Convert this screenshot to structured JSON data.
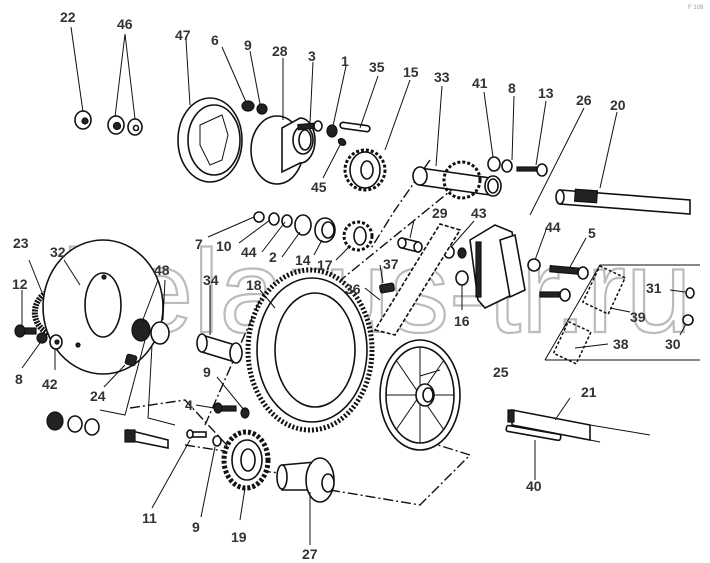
{
  "diagram": {
    "title": "Exploded parts diagram: chain drive assembly",
    "watermark": "belarus-tr.ru",
    "corner_mark": "F 109",
    "callouts": [
      {
        "id": "c22",
        "label": "22"
      },
      {
        "id": "c46",
        "label": "46"
      },
      {
        "id": "c47",
        "label": "47"
      },
      {
        "id": "c6",
        "label": "6"
      },
      {
        "id": "c9a",
        "label": "9"
      },
      {
        "id": "c28",
        "label": "28"
      },
      {
        "id": "c3",
        "label": "3"
      },
      {
        "id": "c1",
        "label": "1"
      },
      {
        "id": "c35",
        "label": "35"
      },
      {
        "id": "c15",
        "label": "15"
      },
      {
        "id": "c33",
        "label": "33"
      },
      {
        "id": "c41",
        "label": "41"
      },
      {
        "id": "c8a",
        "label": "8"
      },
      {
        "id": "c13",
        "label": "13"
      },
      {
        "id": "c26",
        "label": "26"
      },
      {
        "id": "c20",
        "label": "20"
      },
      {
        "id": "c45",
        "label": "45"
      },
      {
        "id": "c7",
        "label": "7"
      },
      {
        "id": "c10",
        "label": "10"
      },
      {
        "id": "c44a",
        "label": "44"
      },
      {
        "id": "c2",
        "label": "2"
      },
      {
        "id": "c14",
        "label": "14"
      },
      {
        "id": "c17",
        "label": "17"
      },
      {
        "id": "c29",
        "label": "29"
      },
      {
        "id": "c43",
        "label": "43"
      },
      {
        "id": "c44b",
        "label": "44"
      },
      {
        "id": "c5",
        "label": "5"
      },
      {
        "id": "c23",
        "label": "23"
      },
      {
        "id": "c32",
        "label": "32"
      },
      {
        "id": "c48",
        "label": "48"
      },
      {
        "id": "c34",
        "label": "34"
      },
      {
        "id": "c18",
        "label": "18"
      },
      {
        "id": "c37",
        "label": "37"
      },
      {
        "id": "c36",
        "label": "36"
      },
      {
        "id": "c12",
        "label": "12"
      },
      {
        "id": "c16",
        "label": "16"
      },
      {
        "id": "c31",
        "label": "31"
      },
      {
        "id": "c39",
        "label": "39"
      },
      {
        "id": "c30",
        "label": "30"
      },
      {
        "id": "c38",
        "label": "38"
      },
      {
        "id": "c8b",
        "label": "8"
      },
      {
        "id": "c42",
        "label": "42"
      },
      {
        "id": "c24",
        "label": "24"
      },
      {
        "id": "c25",
        "label": "25"
      },
      {
        "id": "c9b",
        "label": "9"
      },
      {
        "id": "c4",
        "label": "4"
      },
      {
        "id": "c21",
        "label": "21"
      },
      {
        "id": "c11",
        "label": "11"
      },
      {
        "id": "c9c",
        "label": "9"
      },
      {
        "id": "c19",
        "label": "19"
      },
      {
        "id": "c40",
        "label": "40"
      },
      {
        "id": "c27",
        "label": "27"
      }
    ]
  }
}
